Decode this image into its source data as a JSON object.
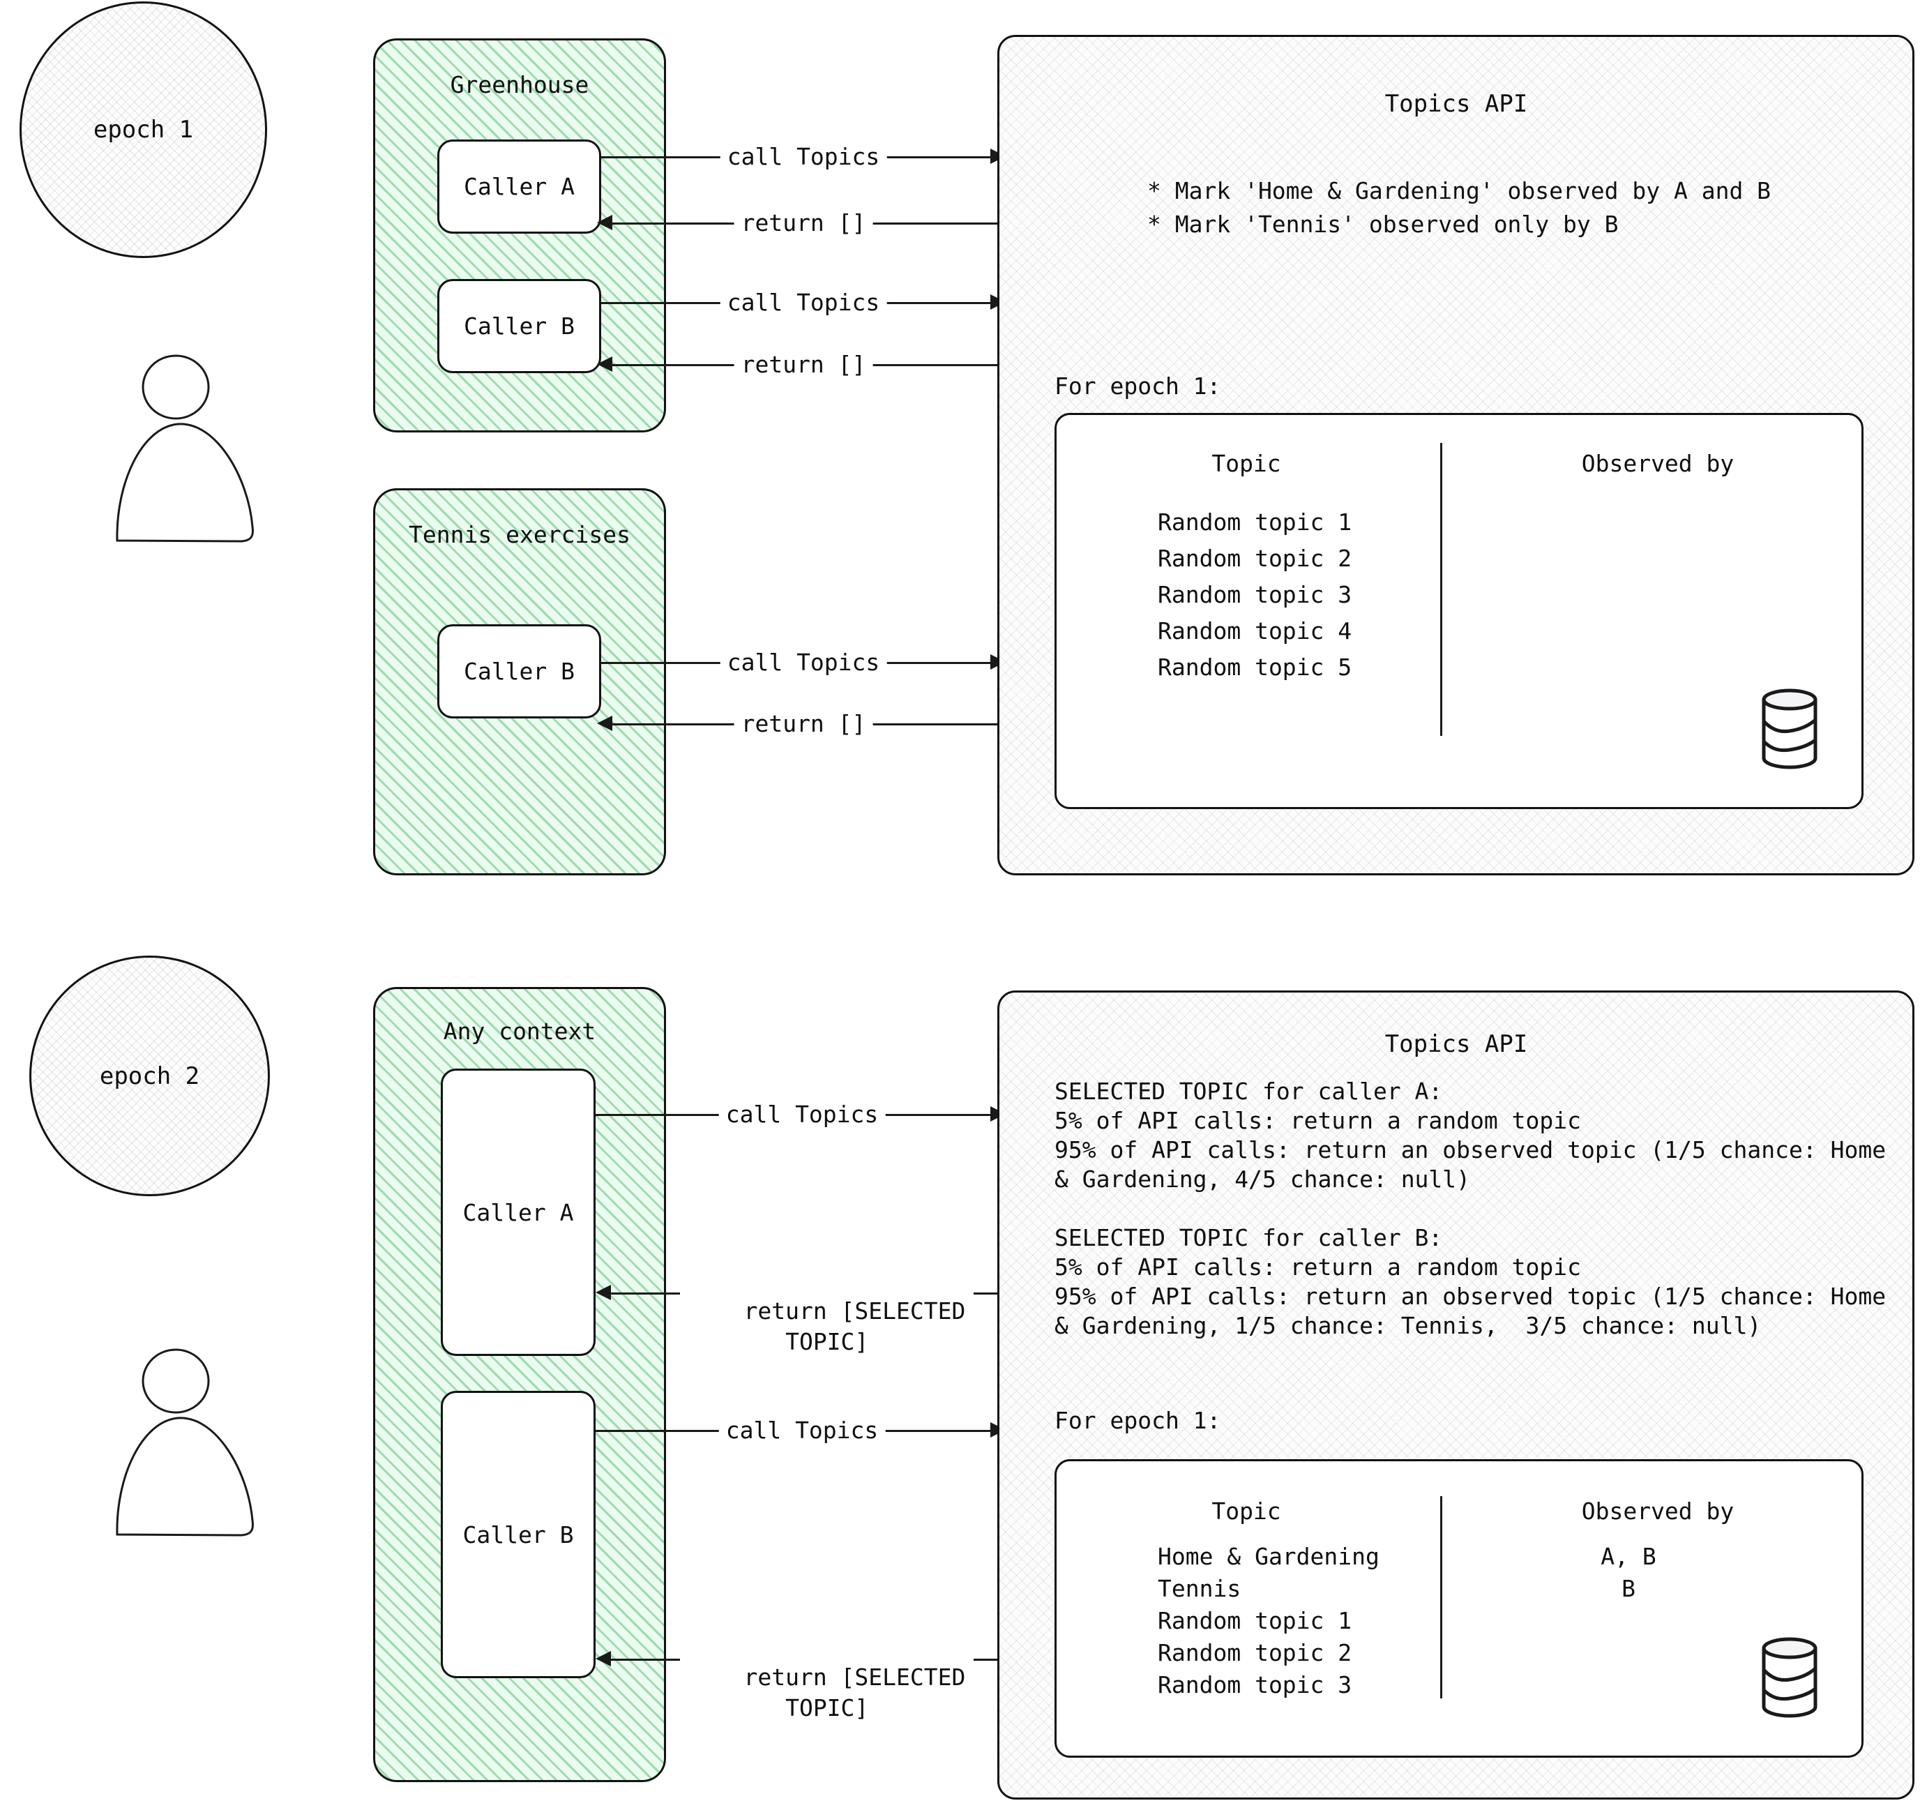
{
  "diagram": {
    "title": "Topics API epoch behaviour",
    "colors": {
      "stroke": "#121212",
      "context_fill": "#ecfbf0",
      "context_hatch": "#56c478",
      "panel_fill": "#fdfdfd",
      "box_fill": "#ffffff"
    }
  },
  "epochs": [
    {
      "id": "epoch-1",
      "label": "epoch 1",
      "contexts": [
        {
          "id": "greenhouse",
          "label": "Greenhouse",
          "callers": [
            {
              "label": "Caller A",
              "request": "call Topics",
              "response": "return []"
            },
            {
              "label": "Caller B",
              "request": "call Topics",
              "response": "return []"
            }
          ]
        },
        {
          "id": "tennis-exercises",
          "label": "Tennis exercises",
          "callers": [
            {
              "label": "Caller B",
              "request": "call Topics",
              "response": "return []"
            }
          ]
        }
      ],
      "api": {
        "title": "Topics API",
        "bullets": [
          "* Mark 'Home & Gardening' observed by A and B",
          "* Mark 'Tennis' observed only by B"
        ],
        "body_lines": [],
        "table_caption": "For epoch 1:",
        "table": {
          "columns": [
            "Topic",
            "Observed by"
          ],
          "rows": [
            {
              "topic": "Random topic 1",
              "observed_by": ""
            },
            {
              "topic": "Random topic 2",
              "observed_by": ""
            },
            {
              "topic": "Random topic 3",
              "observed_by": ""
            },
            {
              "topic": "Random topic 4",
              "observed_by": ""
            },
            {
              "topic": "Random topic 5",
              "observed_by": ""
            }
          ]
        },
        "storage_icon": "database-cylinder-icon"
      }
    },
    {
      "id": "epoch-2",
      "label": "epoch 2",
      "contexts": [
        {
          "id": "any-context",
          "label": "Any context",
          "callers": [
            {
              "label": "Caller A",
              "request": "call Topics",
              "response": "return [SELECTED\nTOPIC]"
            },
            {
              "label": "Caller B",
              "request": "call Topics",
              "response": "return [SELECTED\nTOPIC]"
            }
          ]
        }
      ],
      "api": {
        "title": "Topics API",
        "bullets": [],
        "body_lines": [
          "SELECTED TOPIC for caller A:",
          "5% of API calls: return a random topic",
          "95% of API calls: return an observed topic (1/5 chance: Home",
          "& Gardening, 4/5 chance: null)",
          "",
          "SELECTED TOPIC for caller B:",
          "5% of API calls: return a random topic",
          "95% of API calls: return an observed topic (1/5 chance: Home",
          "& Gardening, 1/5 chance: Tennis,  3/5 chance: null)"
        ],
        "table_caption": "For epoch 1:",
        "table": {
          "columns": [
            "Topic",
            "Observed by"
          ],
          "rows": [
            {
              "topic": "Home & Gardening",
              "observed_by": "A, B"
            },
            {
              "topic": "Tennis",
              "observed_by": "B"
            },
            {
              "topic": "Random topic 1",
              "observed_by": ""
            },
            {
              "topic": "Random topic 2",
              "observed_by": ""
            },
            {
              "topic": "Random topic 3",
              "observed_by": ""
            }
          ]
        },
        "storage_icon": "database-cylinder-icon"
      }
    }
  ],
  "actor_icon": "user-person-icon"
}
